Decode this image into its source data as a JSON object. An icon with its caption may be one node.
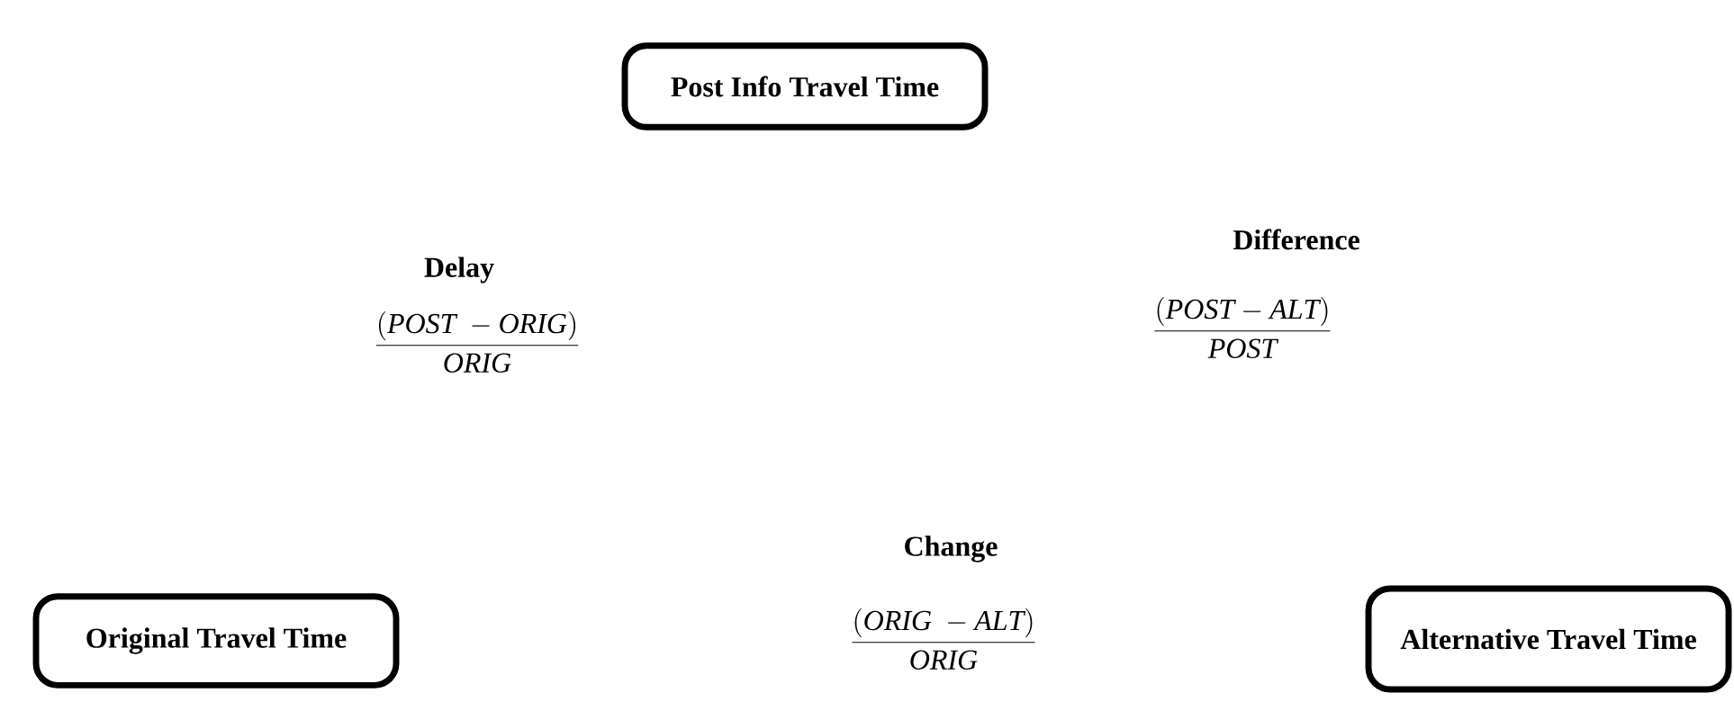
{
  "diagram": {
    "nodes": [
      {
        "text": [
          "Post Info Travel Time"
        ]
      },
      {
        "text": [
          "Original Travel Time"
        ]
      },
      {
        "text": [
          "Alternative Travel Time"
        ]
      }
    ],
    "labels": [
      "Delay",
      "\\frac{(\\mathit{POST}\\ -\\mathit{ORIG})}{\\mathit{ORIG}}",
      "Difference",
      "\\frac{(\\mathit{POST}-\\mathit{ALT})}{\\mathit{POST}}",
      "Change",
      "\\frac{(\\mathit{ORIG}\\ -\\mathit{ALT})}{\\mathit{ORIG}}"
    ]
  }
}
